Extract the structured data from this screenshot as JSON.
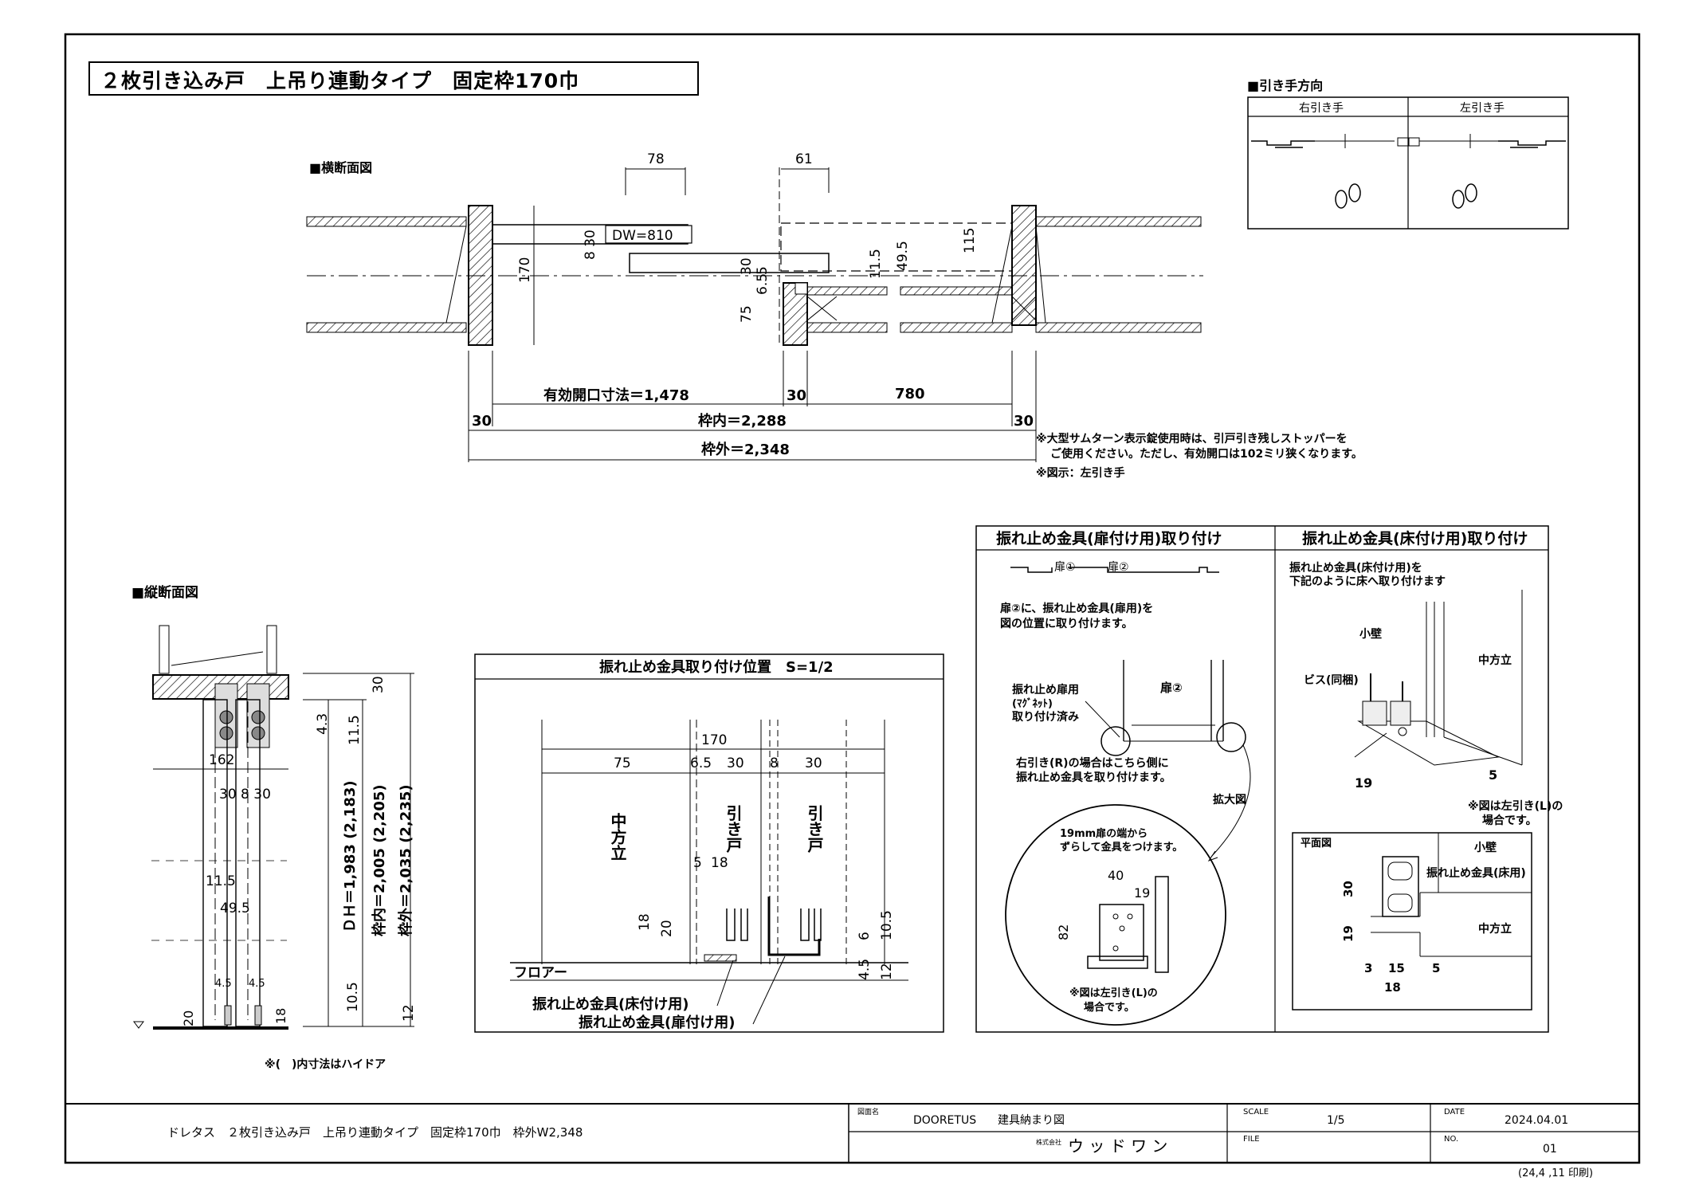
{
  "title": "２枚引き込み戸　上吊り連動タイプ　固定枠170巾",
  "pull_dir": {
    "heading": "■引き手方向",
    "right": "右引き手",
    "left": "左引き手"
  },
  "plan": {
    "heading": "■横断面図",
    "d78": "78",
    "d61": "61",
    "dw": "DW=810",
    "v830": "8 30",
    "v170": "170",
    "v30": "30",
    "v65": "6.5",
    "v5": "5",
    "v115a": "11.5",
    "v495": "49.5",
    "v115": "115",
    "v65b": "6.5",
    "v75": "75",
    "eff": "有効開口寸法＝1,478",
    "m30": "30",
    "m780": "780",
    "l30": "30",
    "inner": "枠内＝2,288",
    "r30": "30",
    "outer": "枠外＝2,348",
    "note1": "※大型サムターン表示錠使用時は、引戸引き残しストッパーを",
    "note2": "ご使用ください。ただし、有効開口は102ミリ狭くなります。",
    "note3": "※図示：左引き手"
  },
  "section": {
    "heading": "■縦断面図",
    "d162": "162",
    "d30830": "30 8 30",
    "d115": "11.5",
    "d495": "49.5",
    "d45a": "4.5",
    "d45b": "4.5",
    "d20": "20",
    "d18": "18",
    "v30": "30",
    "v43": "4.3",
    "v115": "11.5",
    "dh": "ＤＨ＝1,983 (2,183)",
    "inner": "枠内＝2,005 (2,205)",
    "outer": "枠外＝2,035 (2,235)",
    "v105": "10.5",
    "v12": "12",
    "note": "※(　)内寸法はハイドア"
  },
  "pos": {
    "heading": "振れ止め金具取り付け位置　S=1/2",
    "d170": "170",
    "d75": "75",
    "d65": "6.5",
    "d30a": "30",
    "d8": "8",
    "d30b": "30",
    "col1": "中方立",
    "door1": "引き戸",
    "door2": "引き戸",
    "d5": "5",
    "d18": "18",
    "v18": "18",
    "v20": "20",
    "v6": "6",
    "v105": "10.5",
    "v45": "4.5",
    "v12": "12",
    "floor": "フロアー",
    "lbl_floor": "振れ止め金具(床付け用)",
    "lbl_door": "振れ止め金具(扉付け用)"
  },
  "door_mount": {
    "heading": "振れ止め金具(扉付け用)取り付け",
    "d1": "扉①",
    "d2": "扉②",
    "t1": "扉②に、振れ止め金具(扉用)を",
    "t2": "図の位置に取り付けます。",
    "c1": "振れ止め扉用",
    "c2": "(ﾏｸﾞﾈｯﾄ)",
    "c3": "取り付け済み",
    "door2": "扉②",
    "r1": "右引き(R)の場合はこちら側に",
    "r2": "振れ止め金具を取り付けます。",
    "zoom": "拡大図",
    "z1": "19mm扉の端から",
    "z2": "ずらして金具をつけます。",
    "z40": "40",
    "z19": "19",
    "z82": "82",
    "zn1": "※図は左引き(L)の",
    "zn2": "場合です。"
  },
  "floor_mount": {
    "heading": "振れ止め金具(床付け用)取り付け",
    "t1": "振れ止め金具(床付け用)を",
    "t2": "下記のように床へ取り付けます",
    "wall": "小壁",
    "screw": "ビス(同梱)",
    "col": "中方立",
    "d19": "19",
    "d5": "5",
    "n1": "※図は左引き(L)の",
    "n2": "場合です。",
    "plan": "平面図",
    "pwall": "小壁",
    "pmeta": "振れ止め金具(床用)",
    "pcol": "中方立",
    "p30": "30",
    "p19": "19",
    "p3": "3",
    "p15": "15",
    "p5": "5",
    "p18": "18"
  },
  "footer": {
    "desc": "ドレタス　２枚引き込み戸　上吊り連動タイプ　固定枠170巾　枠外W2,348",
    "lbl_name": "図面名",
    "name1": "DOORETUS",
    "name2": "建具納まり図",
    "lbl_co": "株式会社",
    "company": "ウ ッ ド ワ ン",
    "lbl_scale": "SCALE",
    "scale": "1/5",
    "lbl_file": "FILE",
    "lbl_date": "DATE",
    "date": "2024.04.01",
    "lbl_no": "NO.",
    "no": "01",
    "printed": "(24,4 ,11 印刷)"
  }
}
